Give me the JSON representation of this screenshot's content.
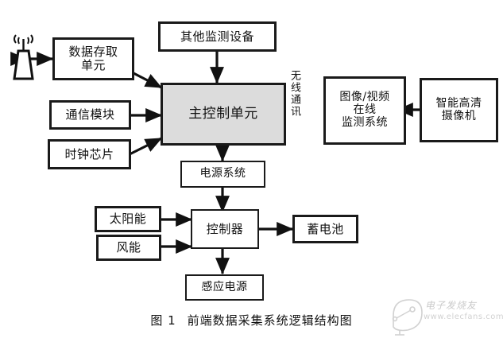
{
  "figure": {
    "caption_number": "图 1",
    "caption_title": "前端数据采集系统逻辑结构图"
  },
  "diagram": {
    "type": "block-diagram",
    "title": "前端数据采集系统逻辑结构图",
    "nodes": [
      {
        "id": "antenna",
        "label": "",
        "icon": "antenna-tower-icon"
      },
      {
        "id": "data-storage",
        "label": "数据存取\n单元"
      },
      {
        "id": "other-monitor",
        "label": "其他监测设备"
      },
      {
        "id": "comm-module",
        "label": "通信模块"
      },
      {
        "id": "main-control",
        "label": "主控制单元",
        "fill": "#dcdcdc"
      },
      {
        "id": "clock-chip",
        "label": "时钟芯片"
      },
      {
        "id": "power-system",
        "label": "电源系统"
      },
      {
        "id": "video-monitor",
        "label": "图像/视频\n在线\n监测系统"
      },
      {
        "id": "hd-camera",
        "label": "智能高清\n摄像机"
      },
      {
        "id": "solar",
        "label": "太阳能"
      },
      {
        "id": "wind",
        "label": "风能"
      },
      {
        "id": "controller",
        "label": "控制器"
      },
      {
        "id": "battery",
        "label": "蓄电池"
      },
      {
        "id": "induction-power",
        "label": "感应电源"
      }
    ],
    "free_labels": [
      {
        "id": "wireless-comm",
        "label": "无线通讯",
        "orientation": "vertical"
      }
    ],
    "edges": [
      {
        "from": "antenna",
        "to": "data-storage",
        "arrow": "both"
      },
      {
        "from": "data-storage",
        "to": "main-control",
        "arrow": "both"
      },
      {
        "from": "other-monitor",
        "to": "main-control",
        "arrow": "both"
      },
      {
        "from": "comm-module",
        "to": "main-control",
        "arrow": "both"
      },
      {
        "from": "clock-chip",
        "to": "main-control",
        "arrow": "both"
      },
      {
        "from": "main-control",
        "to": "power-system",
        "arrow": "both"
      },
      {
        "from": "power-system",
        "to": "controller",
        "arrow": "both"
      },
      {
        "from": "solar",
        "to": "controller",
        "arrow": "both"
      },
      {
        "from": "wind",
        "to": "controller",
        "arrow": "both"
      },
      {
        "from": "controller",
        "to": "battery",
        "arrow": "both"
      },
      {
        "from": "controller",
        "to": "induction-power",
        "arrow": "both"
      },
      {
        "from": "hd-camera",
        "to": "video-monitor",
        "arrow": "single"
      }
    ],
    "colors": {
      "stroke": "#1a1a1a",
      "node_fill": "#ffffff",
      "highlight_fill": "#dcdcdc",
      "background": "#ffffff"
    }
  },
  "watermark": {
    "brand": "电子发烧友",
    "url": "www.elecfans.com"
  }
}
